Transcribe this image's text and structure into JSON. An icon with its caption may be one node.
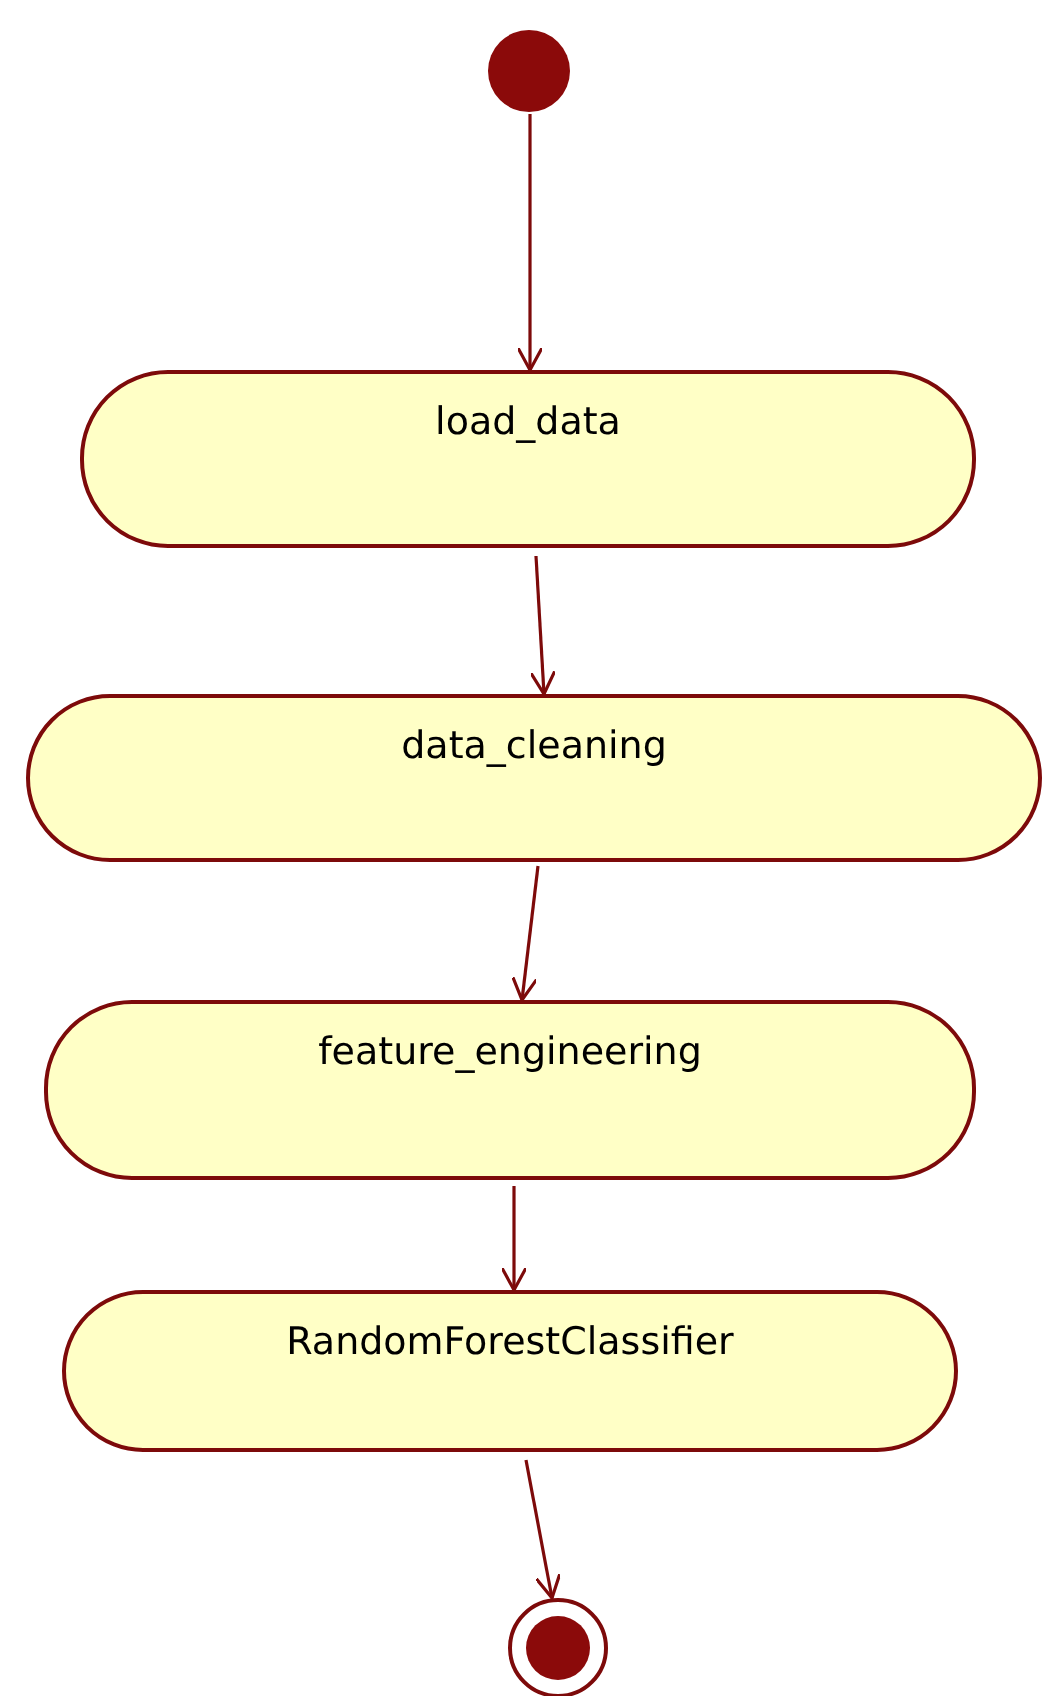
{
  "diagram": {
    "nodes": [
      {
        "text": [],
        "shape": "circle"
      },
      {
        "text": [
          "load_data"
        ]
      },
      {
        "text": [
          "data_cleaning"
        ]
      },
      {
        "text": [
          "feature_engineering"
        ]
      },
      {
        "text": [
          "RandomForestClassifier"
        ]
      },
      {
        "text": [],
        "shape": "circle"
      }
    ],
    "edges": [
      {
        "from": 0,
        "to": 1,
        "arrow": "to"
      },
      {
        "from": 1,
        "to": 2,
        "arrow": "to"
      },
      {
        "from": 2,
        "to": 3,
        "arrow": "to"
      },
      {
        "from": 3,
        "to": 4,
        "arrow": "to"
      },
      {
        "from": 4,
        "to": 5,
        "arrow": "to"
      }
    ]
  }
}
